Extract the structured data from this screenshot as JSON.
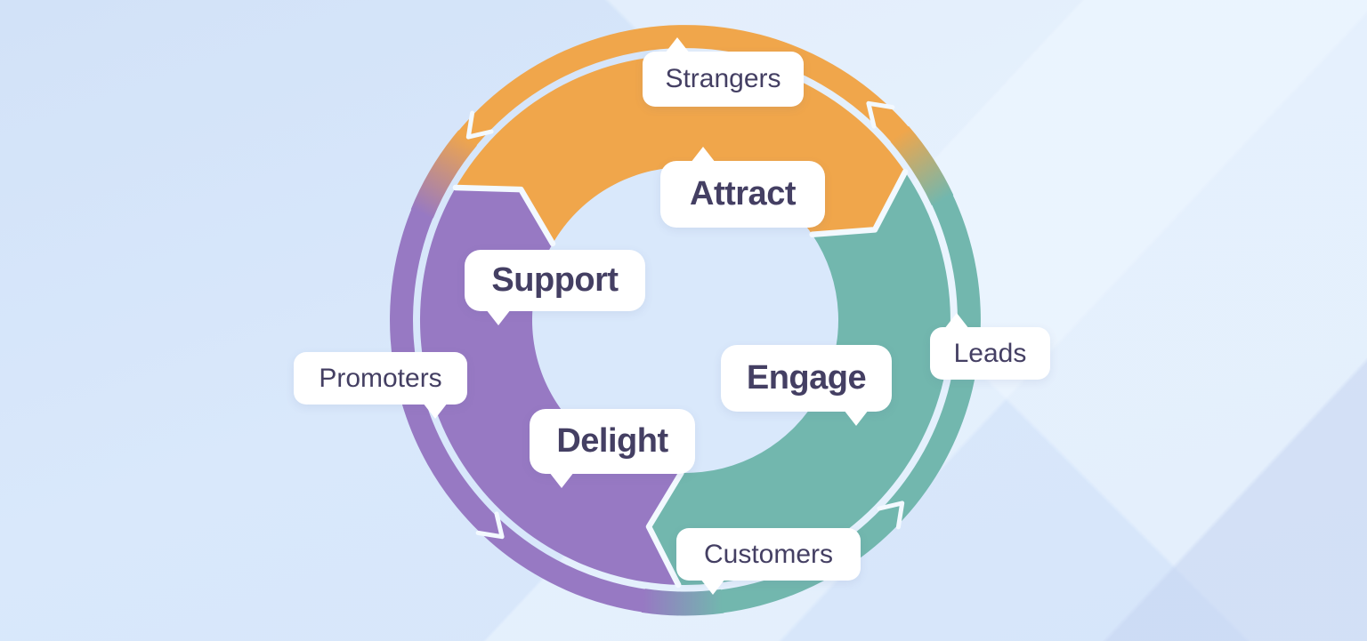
{
  "diagram": {
    "type": "flywheel-cycle",
    "direction": "clockwise",
    "stages": [
      {
        "action": "Attract",
        "color_key": "orange",
        "entry_audience": "Strangers"
      },
      {
        "action": "Engage",
        "color_key": "teal",
        "entry_audience": "Leads"
      },
      {
        "action": "Delight",
        "color_key": "purple",
        "entry_audience": "Customers"
      },
      {
        "action": "Support",
        "color_key": "purple",
        "entry_audience": "Promoters"
      }
    ]
  },
  "labels": {
    "strangers": "Strangers",
    "attract": "Attract",
    "leads": "Leads",
    "engage": "Engage",
    "customers": "Customers",
    "delight": "Delight",
    "promoters": "Promoters",
    "support": "Support"
  },
  "colors": {
    "orange": "#F0A64B",
    "teal": "#72B7AE",
    "purple": "#9779C3",
    "edge": "#F3F9FF",
    "hole": "#D9E8FB",
    "pill_bg": "#FFFFFF",
    "text": "#443F63",
    "background": "#D6E5FA"
  }
}
